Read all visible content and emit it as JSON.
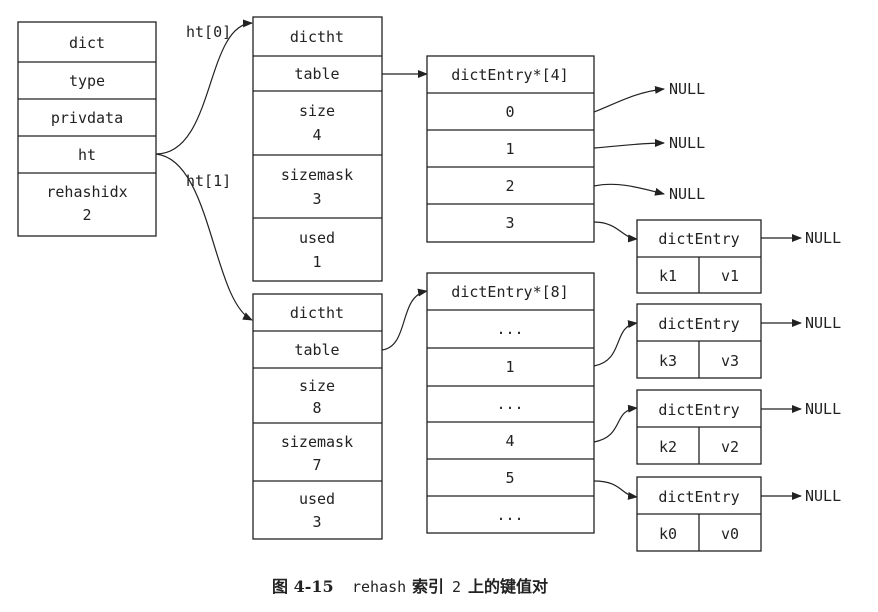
{
  "dict": {
    "title": "dict",
    "type": "type",
    "privdata": "privdata",
    "ht": "ht",
    "rehashidx_label": "rehashidx",
    "rehashidx_value": "2"
  },
  "labels": {
    "ht0": "ht[0]",
    "ht1": "ht[1]"
  },
  "ht0": {
    "title": "dictht",
    "table": "table",
    "size_label": "size",
    "size": "4",
    "sizemask_label": "sizemask",
    "sizemask": "3",
    "used_label": "used",
    "used": "1"
  },
  "ht1": {
    "title": "dictht",
    "table": "table",
    "size_label": "size",
    "size": "8",
    "sizemask_label": "sizemask",
    "sizemask": "7",
    "used_label": "used",
    "used": "3"
  },
  "array0": {
    "title": "dictEntry*[4]",
    "slots": [
      "0",
      "1",
      "2",
      "3"
    ]
  },
  "array1": {
    "title": "dictEntry*[8]",
    "slots": [
      "...",
      "1",
      "...",
      "4",
      "5",
      "..."
    ]
  },
  "entries": [
    {
      "title": "dictEntry",
      "key": "k1",
      "value": "v1"
    },
    {
      "title": "dictEntry",
      "key": "k3",
      "value": "v3"
    },
    {
      "title": "dictEntry",
      "key": "k2",
      "value": "v2"
    },
    {
      "title": "dictEntry",
      "key": "k0",
      "value": "v0"
    }
  ],
  "null_text": "NULL",
  "caption": {
    "figure": "图 4-15",
    "code": "rehash",
    "text_before": "索引",
    "index": "2",
    "text_after": "上的键值对"
  }
}
